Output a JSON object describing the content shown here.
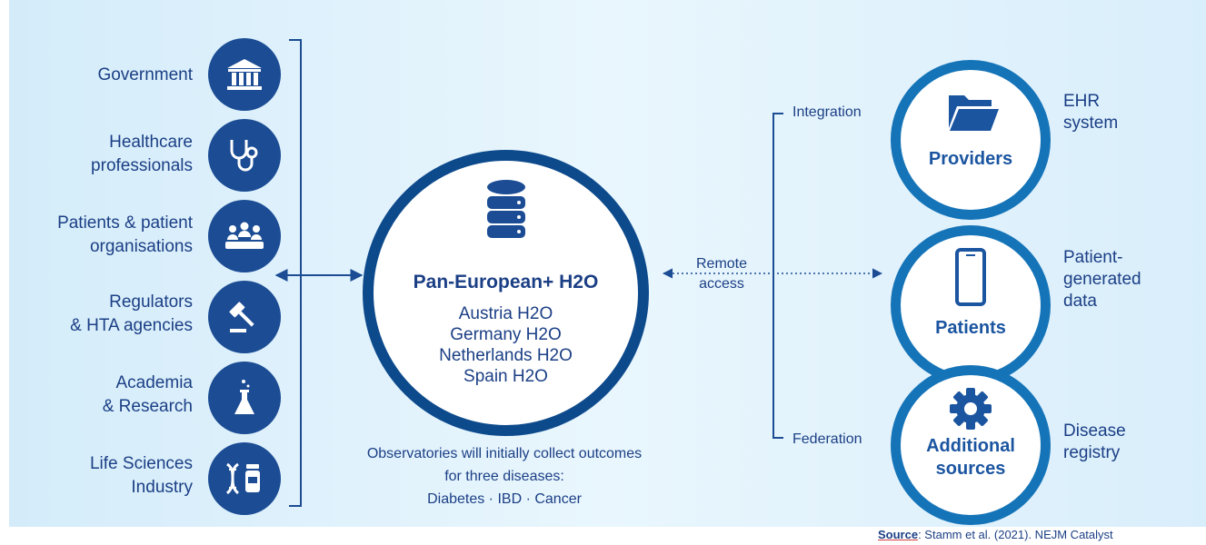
{
  "stakeholders": [
    {
      "label": "Government",
      "icon": "government-building-icon"
    },
    {
      "label": "Healthcare\nprofessionals",
      "icon": "stethoscope-icon"
    },
    {
      "label": "Patients & patient\norganisations",
      "icon": "people-group-icon"
    },
    {
      "label": "Regulators\n& HTA agencies",
      "icon": "gavel-icon"
    },
    {
      "label": "Academia\n& Research",
      "icon": "flask-icon"
    },
    {
      "label": "Life Sciences\nIndustry",
      "icon": "dna-pill-icon"
    }
  ],
  "hub": {
    "icon": "database-icon",
    "title": "Pan-European+ H2O",
    "countries": [
      "Austria H2O",
      "Germany H2O",
      "Netherlands H2O",
      "Spain H2O"
    ]
  },
  "note": {
    "line1": "Observatories will initially collect outcomes",
    "line2": "for three diseases:",
    "line3": "Diabetes · IBD · Cancer"
  },
  "access": {
    "remote": "Remote\naccess",
    "integration": "Integration",
    "federation": "Federation"
  },
  "sources": [
    {
      "title": "Providers",
      "icon": "folder-icon",
      "side": "EHR\nsystem"
    },
    {
      "title": "Patients",
      "icon": "smartphone-icon",
      "side": "Patient-\ngenerated\ndata"
    },
    {
      "title": "Additional\nsources",
      "icon": "gear-icon",
      "side": "Disease\nregistry"
    }
  ],
  "source_note": {
    "label": "Source",
    "text": ": Stamm et al. (2021). NEJM Catalyst"
  },
  "colors": {
    "dark_blue": "#1b4c94",
    "ring_blue": "#1574b8",
    "text_blue": "#1b3f85",
    "background": "#dff1fb"
  }
}
